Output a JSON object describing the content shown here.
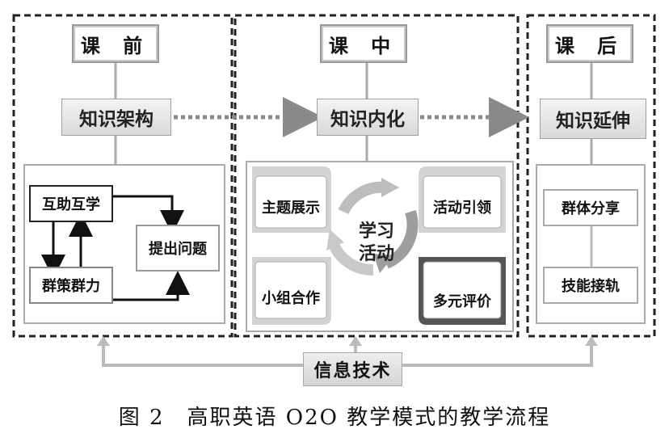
{
  "stages": {
    "before": {
      "title": "课 前",
      "knowledge": "知识架构"
    },
    "during": {
      "title": "课 中",
      "knowledge": "知识内化"
    },
    "after": {
      "title": "课 后",
      "knowledge": "知识延伸"
    }
  },
  "before_items": {
    "mutual": "互助互学",
    "group": "群策群力",
    "question": "提出问题"
  },
  "during_items": {
    "topic": "主题展示",
    "lead": "活动引领",
    "team": "小组合作",
    "eval": "多元评价",
    "center_line1": "学习",
    "center_line2": "活动"
  },
  "after_items": {
    "share": "群体分享",
    "skill": "技能接轨"
  },
  "info_tech": "信息技术",
  "caption": "图 2　高职英语 O2O 教学模式的教学流程"
}
